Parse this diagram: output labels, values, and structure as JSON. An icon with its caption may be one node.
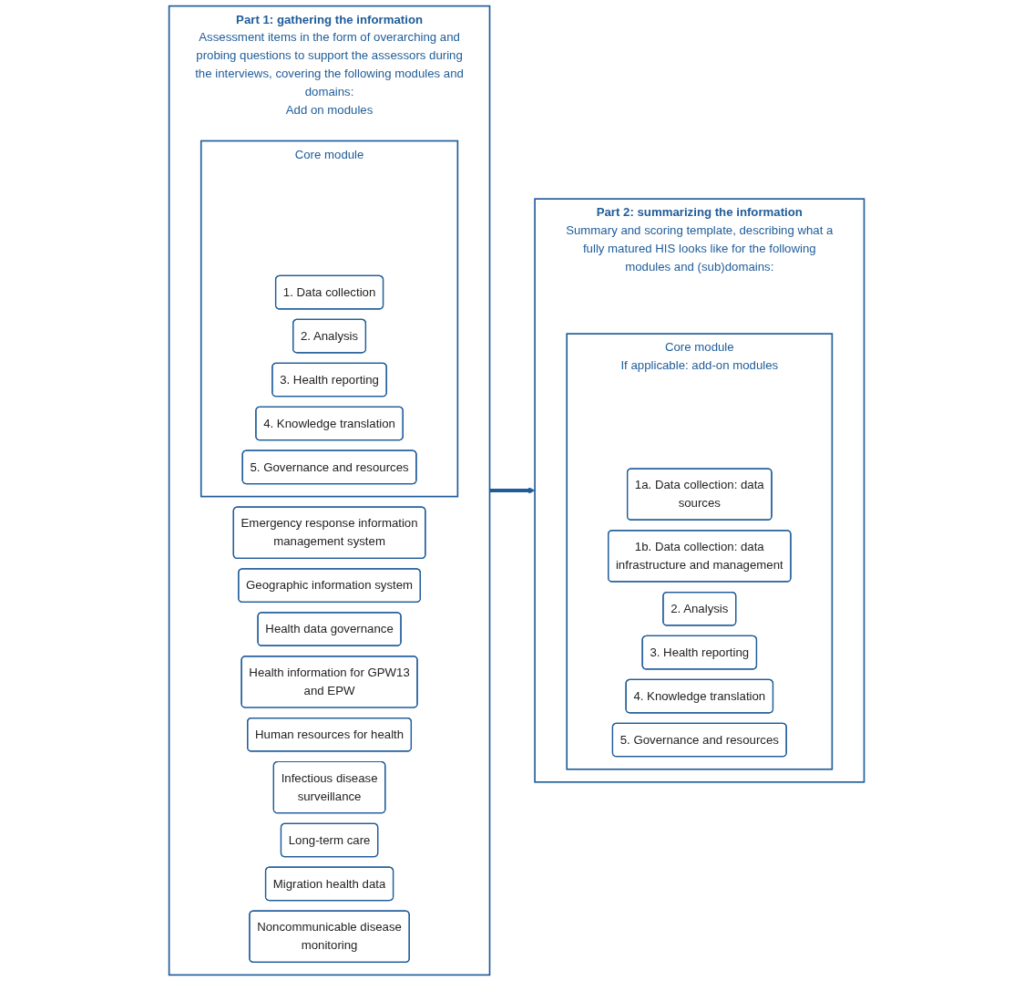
{
  "diagram": {
    "nodes": [
      {
        "text": [
          "Part 1: gathering the information",
          "Assessment items in the form of overarching and probing questions to support the assessors during the interviews, covering the following modules and domains:",
          "Add on modules"
        ]
      },
      {
        "text": [
          "Core module"
        ],
        "in": 0
      },
      {
        "text": [
          "1. Data collection"
        ],
        "in": 1
      },
      {
        "text": [
          "2. Analysis"
        ],
        "in": 1
      },
      {
        "text": [
          "3. Health reporting"
        ],
        "in": 1
      },
      {
        "text": [
          "4. Knowledge translation"
        ],
        "in": 1
      },
      {
        "text": [
          "5. Governance and resources"
        ],
        "in": 1
      },
      {
        "text": [
          "Emergency response information management system"
        ],
        "in": 0
      },
      {
        "text": [
          "Geographic information system"
        ],
        "in": 0
      },
      {
        "text": [
          "Health data governance"
        ],
        "in": 0
      },
      {
        "text": [
          "Health information for GPW13 and EPW"
        ],
        "in": 0
      },
      {
        "text": [
          "Human resources for health"
        ],
        "in": 0
      },
      {
        "text": [
          "Infectious disease surveillance"
        ],
        "in": 0
      },
      {
        "text": [
          "Long-term care"
        ],
        "in": 0
      },
      {
        "text": [
          "Migration health data"
        ],
        "in": 0
      },
      {
        "text": [
          "Noncommunicable disease monitoring"
        ],
        "in": 0
      },
      {
        "text": [
          "Part 2: summarizing the information",
          "Summary and scoring template, describing what a fully matured HIS looks like for the following modules and (sub)domains:"
        ]
      },
      {
        "text": [
          "Core module",
          "If applicable: add-on modules"
        ],
        "in": 16
      },
      {
        "text": [
          "1a. Data collection: data sources"
        ],
        "in": 17
      },
      {
        "text": [
          "1b. Data collection: data infrastructure and management"
        ],
        "in": 17
      },
      {
        "text": [
          "2. Analysis"
        ],
        "in": 17
      },
      {
        "text": [
          "3. Health reporting"
        ],
        "in": 17
      },
      {
        "text": [
          "4. Knowledge translation"
        ],
        "in": 17
      },
      {
        "text": [
          "5. Governance and resources"
        ],
        "in": 17
      }
    ],
    "edges": [
      {
        "from": 0,
        "to": 16,
        "arrow": "to"
      }
    ]
  }
}
